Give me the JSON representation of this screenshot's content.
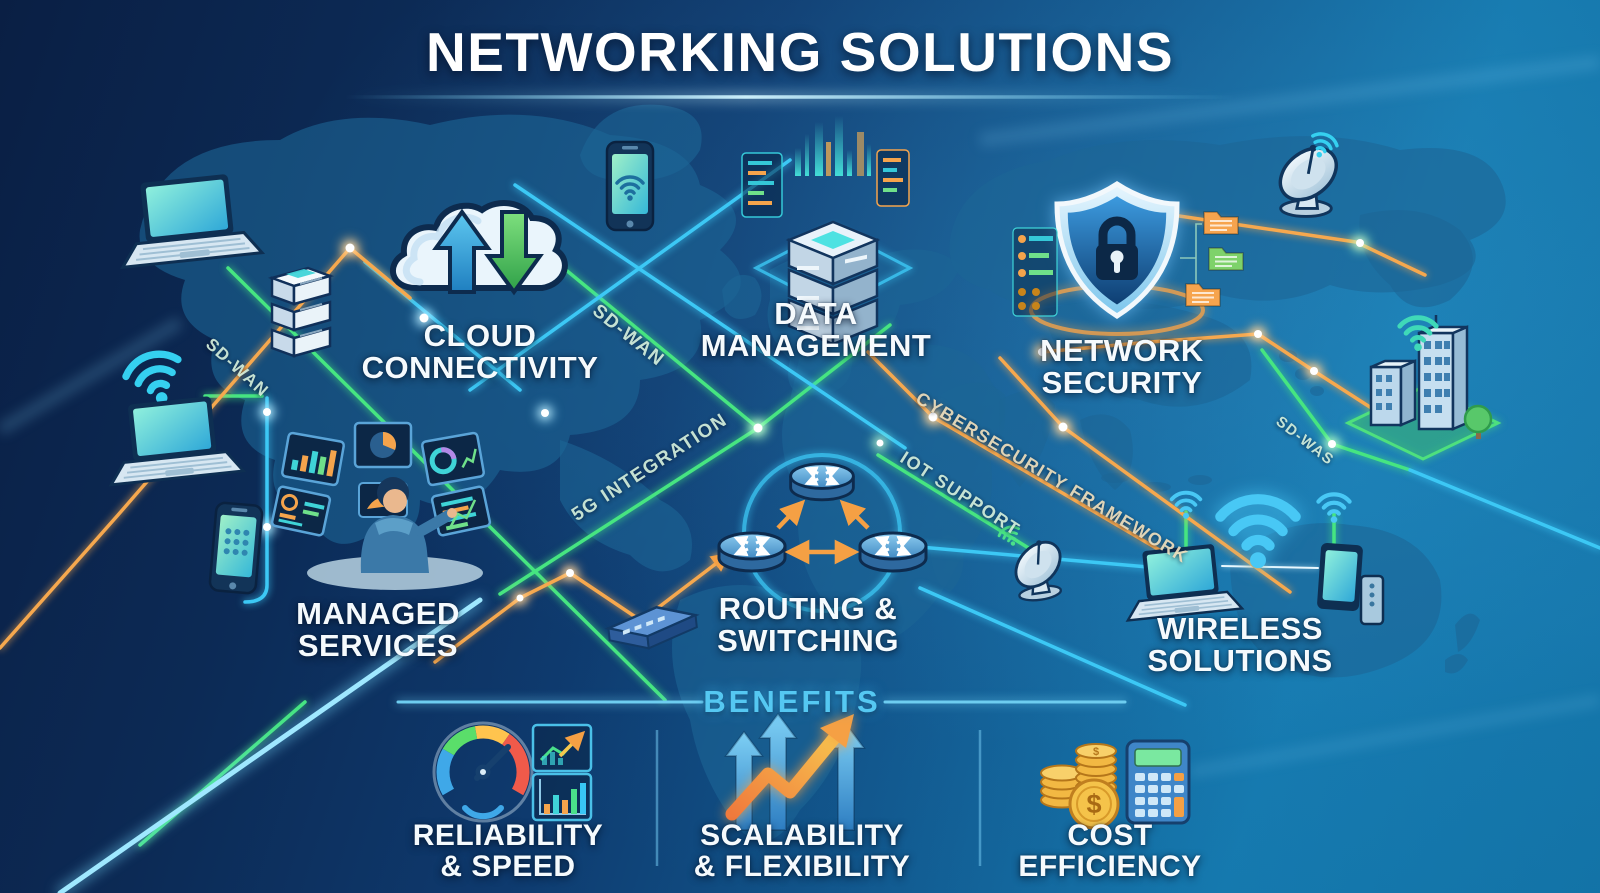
{
  "title": "NETWORKING SOLUTIONS",
  "solutions": {
    "cloud_connectivity": {
      "line1": "CLOUD",
      "line2": "CONNECTIVITY"
    },
    "data_management": {
      "line1": "DATA",
      "line2": "MANAGEMENT"
    },
    "network_security": {
      "line1": "NETWORK",
      "line2": "SECURITY"
    },
    "managed_services": {
      "line1": "MANAGED",
      "line2": "SERVICES"
    },
    "routing_switching": {
      "line1": "ROUTING &",
      "line2": "SWITCHING"
    },
    "wireless_solutions": {
      "line1": "WIRELESS",
      "line2": "SOLUTIONS"
    }
  },
  "link_labels": {
    "sd_wan_left": "SD-WAN",
    "sd_wan_center": "SD-WAN",
    "five_g_integration": "5G INTEGRATION",
    "cybersecurity_framework": "CYBERSECURITY FRAMEWORK",
    "iot_support": "IOT SUPPORT",
    "sd_was": "SD-WAS"
  },
  "benefits": {
    "heading": "BENEFITS",
    "items": [
      {
        "line1": "RELIABILITY",
        "line2": "& SPEED",
        "icon": "speedometer-and-charts-icon"
      },
      {
        "line1": "SCALABILITY",
        "line2": "& FLEXIBILITY",
        "icon": "growth-arrows-icon"
      },
      {
        "line1": "COST",
        "line2": "EFFICIENCY",
        "icon": "coins-and-calculator-icon"
      }
    ]
  },
  "glyphs": {
    "dollar": "$"
  },
  "icons": [
    "laptop-icon",
    "smartphone-icon",
    "cloud-sync-icon",
    "server-stack-icon",
    "data-server-icon",
    "shield-lock-icon",
    "folder-icon",
    "satellite-dish-icon",
    "office-buildings-icon",
    "monitoring-dashboard-icon",
    "router-icon",
    "network-switch-icon",
    "wifi-icon",
    "speedometer-icon",
    "line-chart-icon",
    "bar-chart-icon",
    "growth-arrows-icon",
    "coins-icon",
    "calculator-icon"
  ],
  "colors": {
    "bg_dark_navy": "#0a2145",
    "bg_teal_blue": "#1478ad",
    "map_blue": "#1d6596",
    "line_green": "#46e581",
    "line_cyan": "#3cc8f5",
    "line_orange": "#f6a84e",
    "title_white": "#ffffff",
    "benefits_cyan": "#55c8f2"
  }
}
